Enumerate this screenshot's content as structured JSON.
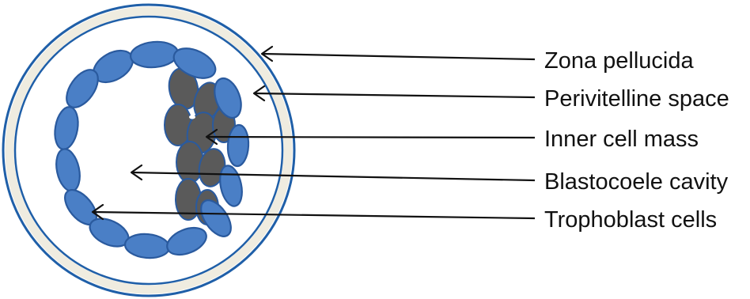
{
  "diagram": {
    "labels": {
      "zona_pellucida": "Zona pellucida",
      "perivitelline_space": "Perivitelline space",
      "inner_cell_mass": "Inner cell mass",
      "blastocoele_cavity": "Blastocoele cavity",
      "trophoblast_cells": "Trophoblast cells"
    },
    "colors": {
      "zona_ring": "#1f5fa8",
      "perivitelline_fill": "#efece0",
      "trophoblast_fill": "#4a7fc6",
      "trophoblast_stroke": "#2a5a9e",
      "inner_cell_fill": "#5a5a5a",
      "inner_cell_stroke": "#2a5a9e",
      "arrow": "#111111"
    }
  }
}
